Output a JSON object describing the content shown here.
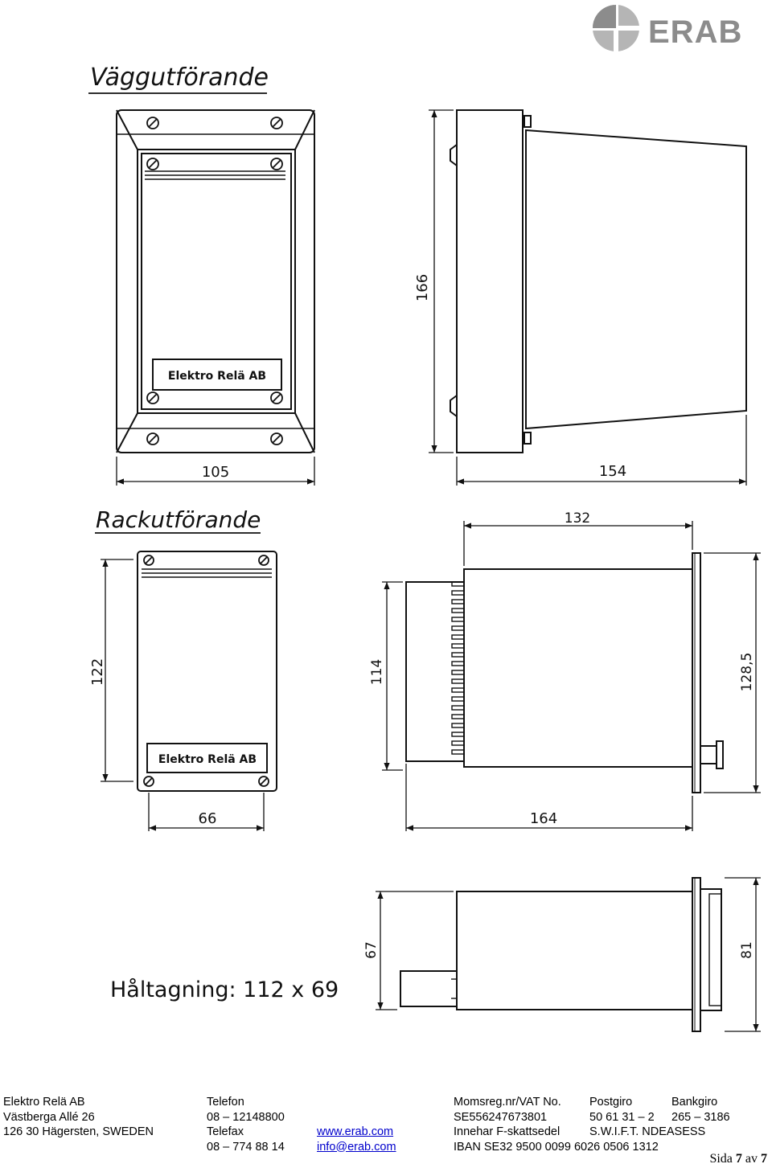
{
  "logo": {
    "text": "ERAB",
    "mark_color": "#8c8c8c"
  },
  "sections": {
    "wall": {
      "title": "Väggutförande"
    },
    "rack": {
      "title": "Rackutförande"
    }
  },
  "drawing": {
    "nameplate_text": "Elektro Relä AB",
    "dims": {
      "wall_width": "105",
      "wall_height": "166",
      "wall_depth": "154",
      "rack_width": "66",
      "rack_height": "122",
      "rack_depth_top": "132",
      "rack_inner_height": "114",
      "rack_panel_height": "128,5",
      "rack_depth_bottom": "164",
      "view3_left": "67",
      "view3_right": "81"
    },
    "cutout": "Håltagning: 112 x 69"
  },
  "footer": {
    "col1": [
      "Elektro Relä AB",
      "Västberga Allé 26",
      "126 30  Hägersten, SWEDEN"
    ],
    "col2": [
      "Telefon",
      "08 – 12148800",
      "Telefax",
      "08 – 774 88 14"
    ],
    "col3": [
      "www.erab.com",
      "info@erab.com"
    ],
    "col4": [
      "Momsreg.nr/VAT No.",
      "SE556247673801",
      "Innehar F-skattsedel",
      "IBAN SE32 9500 0099 6026 0506 1312"
    ],
    "col5": [
      "Postgiro",
      "50 61 31 – 2",
      "S.W.I.F.T. NDEASESS"
    ],
    "col6": [
      "Bankgiro",
      "265 – 3186"
    ]
  },
  "page": {
    "prefix": "Sida",
    "current": "7",
    "sep": "av",
    "total": "7"
  }
}
